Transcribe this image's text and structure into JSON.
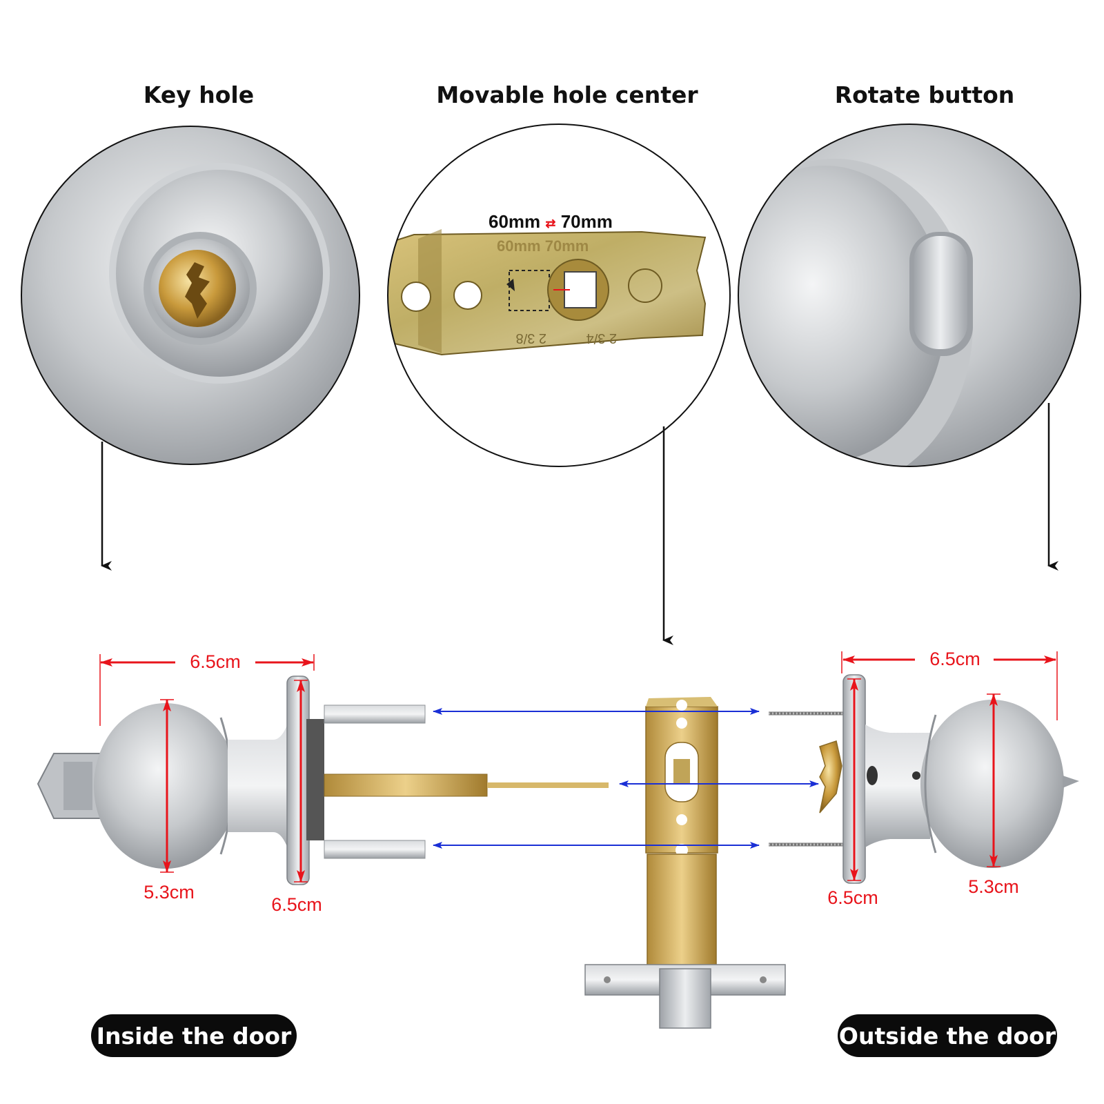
{
  "headings": {
    "key_hole": "Key hole",
    "movable_hole_center": "Movable hole center",
    "rotate_button": "Rotate button"
  },
  "latch_plate_label": {
    "left": "60mm",
    "right": "70mm",
    "arrow_glyph": "⇄"
  },
  "inside_dimensions": {
    "knob_width": "6.5cm",
    "knob_height": "5.3cm",
    "rose_diameter": "6.5cm"
  },
  "outside_dimensions": {
    "knob_width": "6.5cm",
    "knob_height": "5.3cm",
    "rose_diameter": "6.5cm"
  },
  "badges": {
    "inside": "Inside the door",
    "outside": "Outside the door"
  },
  "colors": {
    "dimension_red": "#e8141b",
    "alignment_blue": "#1a2fd6",
    "badge_black": "#0b0b0b",
    "steel": "#b9bcc0",
    "brass": "#c9a84e"
  }
}
